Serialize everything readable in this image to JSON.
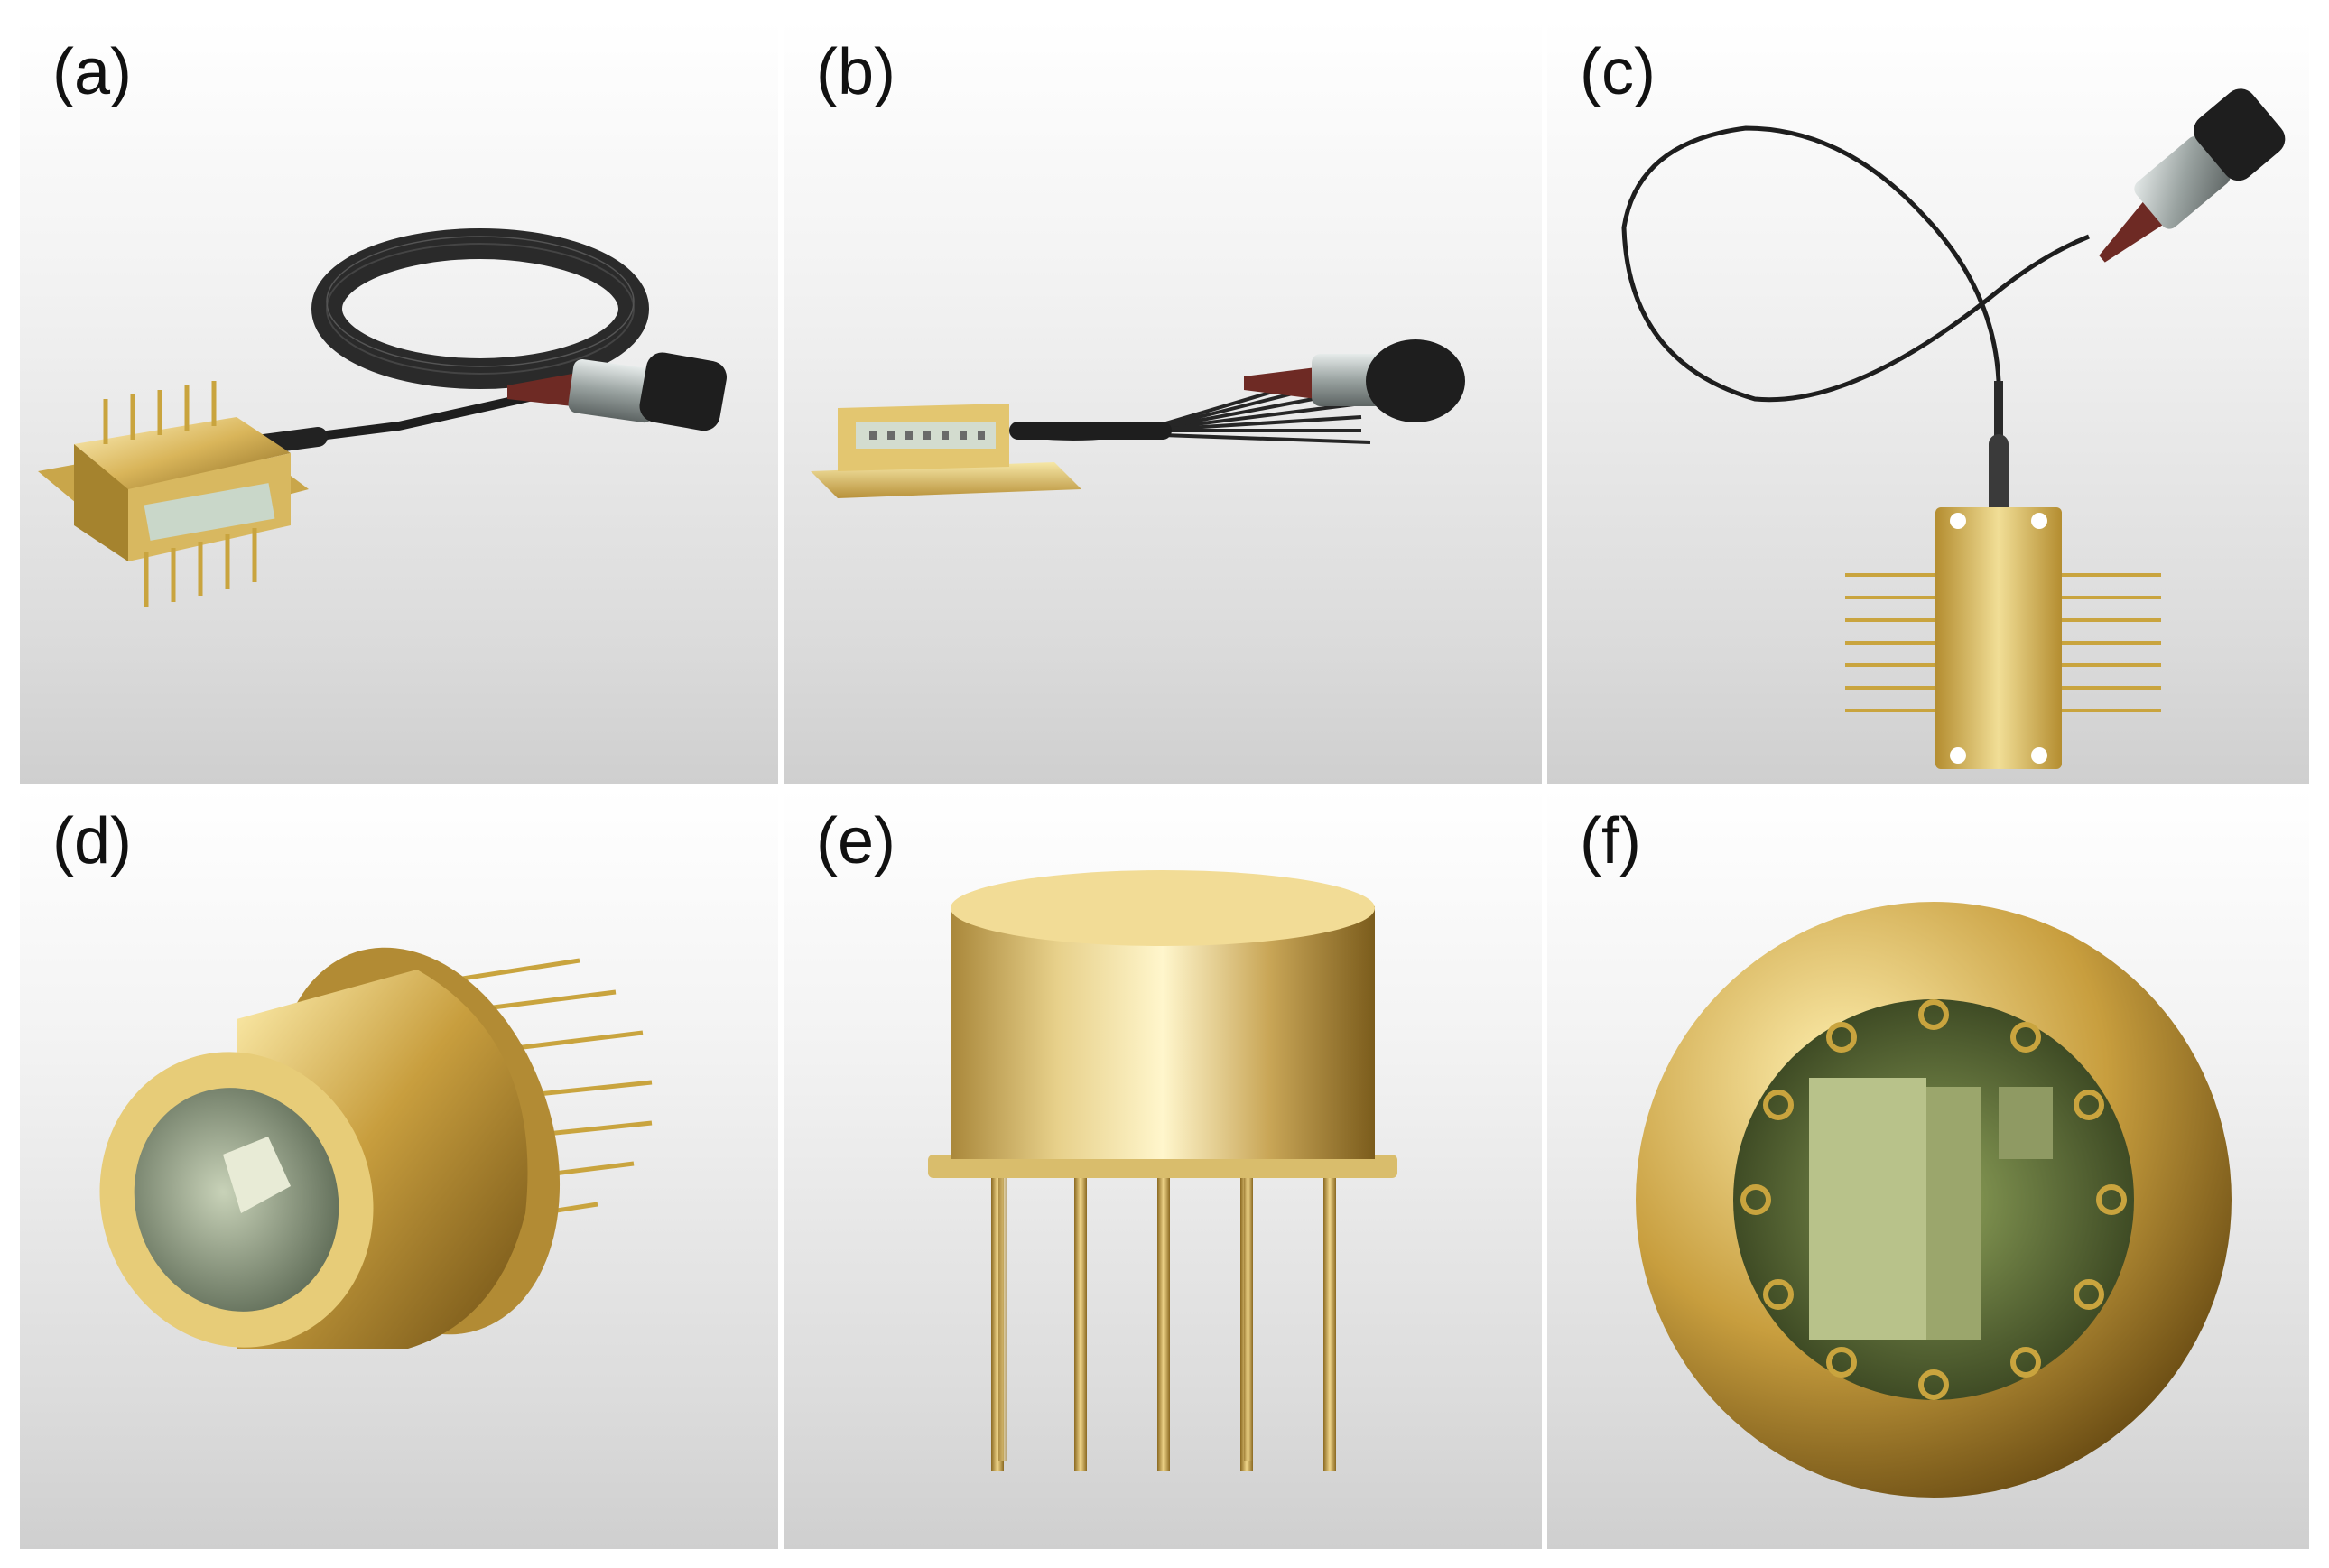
{
  "panels": [
    {
      "id": "a",
      "label": "(a)",
      "subject": "butterfly-package-with-ribbon-fiber-and-connector"
    },
    {
      "id": "b",
      "label": "(b)",
      "subject": "flat-butterfly-package-with-fiber-bundle-and-connector"
    },
    {
      "id": "c",
      "label": "(c)",
      "subject": "butterfly-package-with-fiber-loop-and-connector"
    },
    {
      "id": "d",
      "label": "(d)",
      "subject": "to-can-package-with-window"
    },
    {
      "id": "e",
      "label": "(e)",
      "subject": "to-can-package-side-view"
    },
    {
      "id": "f",
      "label": "(f)",
      "subject": "to-can-package-top-view"
    }
  ],
  "colors": {
    "gold_light": "#f4e6a8",
    "gold_mid": "#cfae52",
    "gold_dark": "#7a5e1c",
    "fiber_black": "#1e1e1e",
    "connector_steel": "#aeb5b3",
    "boot_maroon": "#6e2a24",
    "background_top": "#ffffff",
    "background_bottom": "#cfcfcf"
  }
}
